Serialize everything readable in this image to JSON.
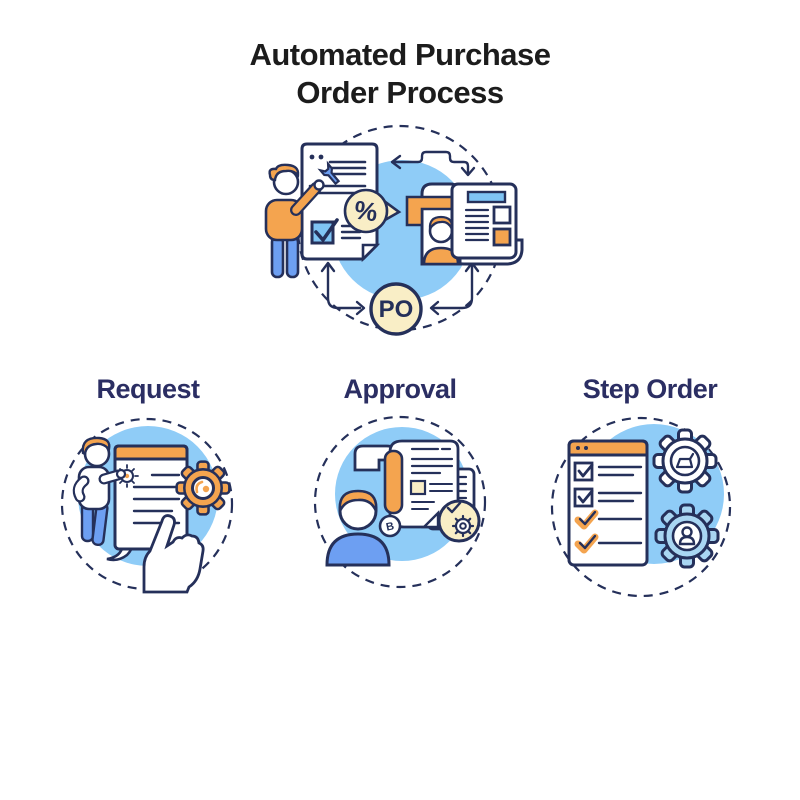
{
  "title": {
    "line1": "Automated Purchase",
    "line2": "Order Process"
  },
  "center_diagram": {
    "po_badge": "PO",
    "percent_badge": "%"
  },
  "steps": [
    {
      "label": "Request"
    },
    {
      "label": "Approval",
      "badge": "B"
    },
    {
      "label": "Step Order"
    }
  ],
  "colors": {
    "title_text": "#1c1c1c",
    "label_text": "#2b2e63",
    "ink": "#25305a",
    "sky": "#8fccf7",
    "orange": "#f4a44f",
    "cornflower": "#6d9ff2",
    "light_blue": "#7fc4f4",
    "cream": "#f9eec6",
    "gear_blue": "#a9d6f2"
  }
}
